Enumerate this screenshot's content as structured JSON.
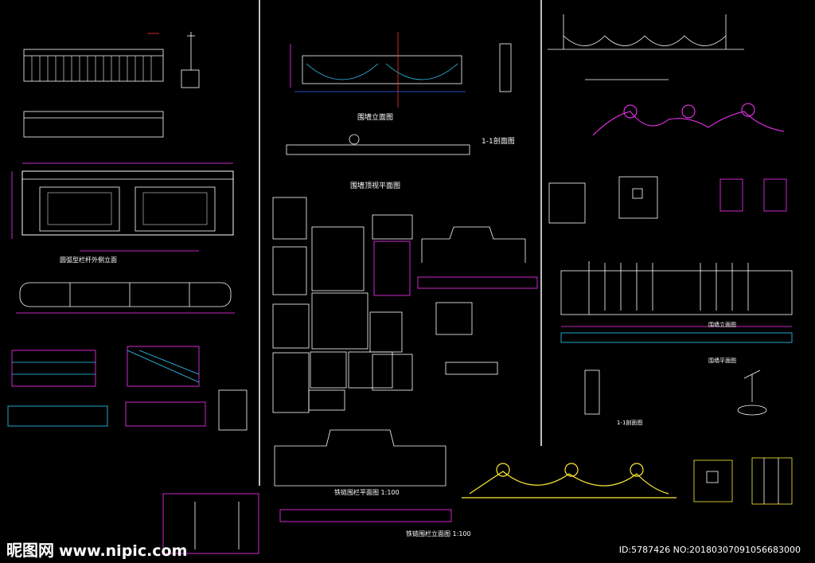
{
  "titles": {
    "wall_elevation": "围墙立面图",
    "section_1_1": "1-1剖面图",
    "wall_top_plan": "围墙顶视平面图",
    "railing_outer_elev": "圆弧型栏杆外侧立面",
    "fence_elev_right": "围墙立面图",
    "fence_plan_right": "围墙平面图",
    "section_right": "1-1剖面图",
    "chain_plan": "铁链围栏平面图 1:100",
    "chain_elev": "铁链围栏立面图 1:100"
  },
  "watermark": {
    "brand": "昵图网",
    "url": "www.nipic.com",
    "id_text": "ID:5787426 NO:20180307091056683000"
  },
  "colors": {
    "background": "#000000",
    "white": "#ffffff",
    "magenta": "#ff33ff",
    "cyan": "#33ccff",
    "yellow": "#ffee33",
    "blue": "#3366ff",
    "red": "#ff3333",
    "green": "#33ff66"
  }
}
